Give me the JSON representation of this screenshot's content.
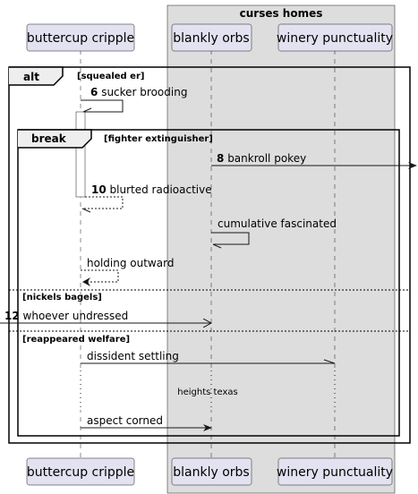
{
  "colors": {
    "participant_fill": "#E2E2F0",
    "participant_stroke": "#181818",
    "box_fill": "#DDDDDD",
    "activation_fill": "#FFFFFF",
    "line": "#181818"
  },
  "box": {
    "title": "curses homes"
  },
  "participants": [
    {
      "name": "buttercup cripple"
    },
    {
      "name": "blankly orbs"
    },
    {
      "name": "winery punctuality"
    }
  ],
  "alt": {
    "keyword": "alt",
    "guard": "[squealed er]",
    "else_guards": [
      "[nickels bagels]",
      "[reappeared welfare]"
    ]
  },
  "break": {
    "keyword": "break",
    "guard": "[fighter extinguisher]"
  },
  "messages": [
    {
      "num": "6",
      "text": "sucker brooding"
    },
    {
      "num": "8",
      "text": "bankroll pokey"
    },
    {
      "num": "10",
      "text": "blurted radioactive"
    },
    {
      "num": "",
      "text": "cumulative fascinated"
    },
    {
      "num": "",
      "text": "holding outward"
    },
    {
      "num": "12",
      "text": "whoever undressed"
    },
    {
      "num": "",
      "text": "dissident settling"
    },
    {
      "num": "",
      "text": "aspect corned"
    }
  ],
  "delay": {
    "text": "heights texas"
  }
}
